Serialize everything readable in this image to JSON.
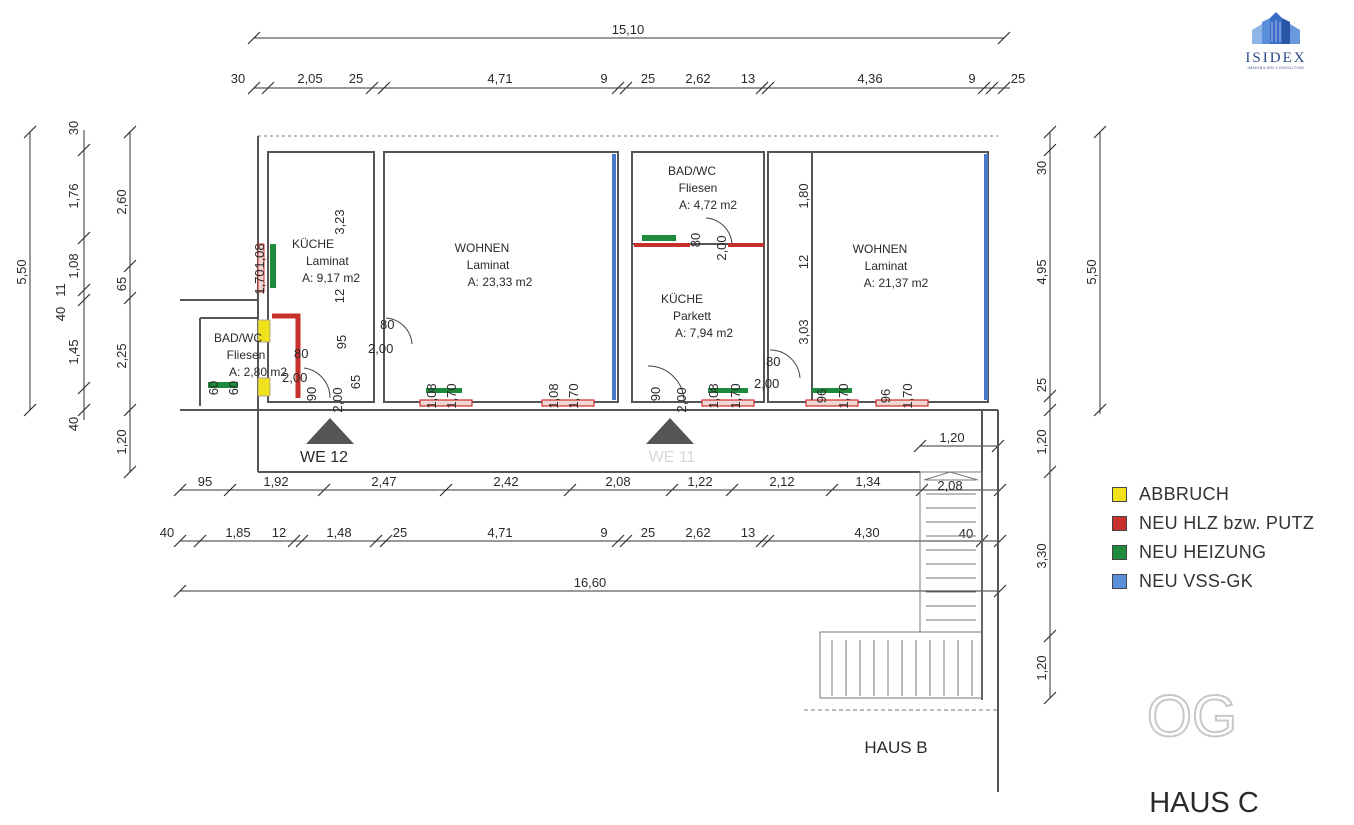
{
  "logo": {
    "name": "ISIDEX",
    "subtitle": "IMMOBILIEN CONSULTING"
  },
  "dimensions": {
    "top_total": "15,10",
    "top_row": [
      "30",
      "2,05",
      "25",
      "4,71",
      "9",
      "25",
      "2,62",
      "13",
      "4,36",
      "9",
      "25"
    ],
    "left_outer": [
      "5,50",
      "40",
      "11"
    ],
    "left_mid": [
      "30",
      "1,76",
      "1,08",
      "1,45",
      "40"
    ],
    "left_inner": [
      "2,60",
      "65",
      "2,25",
      "1,20"
    ],
    "right_inner": [
      "30",
      "4,95",
      "25",
      "1,20",
      "3,30",
      "1,20"
    ],
    "right_outer": [
      "5,50"
    ],
    "bottom_row1": [
      "95",
      "1,92",
      "2,47",
      "2,42",
      "2,08",
      "1,22",
      "2,12",
      "1,34"
    ],
    "bottom_row2": [
      "40",
      "1,85",
      "12",
      "1,48",
      "25",
      "4,71",
      "9",
      "25",
      "2,62",
      "13",
      "4,30"
    ],
    "bottom_total": "16,60",
    "stair_top": "1,20",
    "stair_width": "2,08",
    "stair_side": "40"
  },
  "rooms": {
    "kueche12": {
      "name": "KÜCHE",
      "floor": "Laminat",
      "area": "A: 9,17 m2"
    },
    "wohnen12": {
      "name": "WOHNEN",
      "floor": "Laminat",
      "area": "A: 23,33 m2"
    },
    "bad12": {
      "name": "BAD/WC",
      "floor": "Fliesen",
      "area": "A: 2,80 m2"
    },
    "bad11": {
      "name": "BAD/WC",
      "floor": "Fliesen",
      "area": "A: 4,72 m2"
    },
    "kueche11": {
      "name": "KÜCHE",
      "floor": "Parkett",
      "area": "A: 7,94 m2"
    },
    "wohnen11": {
      "name": "WOHNEN",
      "floor": "Laminat",
      "area": "A: 21,37 m2"
    }
  },
  "inner_dims": {
    "d323": "3,23",
    "d12a": "12",
    "d95": "95",
    "d65": "65",
    "d80a": "80",
    "d200a": "2,00",
    "d80b": "80",
    "d200b": "2,00",
    "d90a": "90",
    "d200c": "2,00",
    "d108a": "1,08",
    "d170a": "1,70",
    "h108a": "1,08",
    "h170a": "1,70",
    "h108b": "1,08",
    "h170b": "1,70",
    "d80c": "80",
    "d200d": "2,00",
    "d90b": "90",
    "d200e": "2,00",
    "h108c": "1,08",
    "h170c": "1,70",
    "d180": "1,80",
    "d12b": "12",
    "d303": "3,03",
    "d80d": "80",
    "d200f": "2,00",
    "h96a": "96",
    "h170d": "1,70",
    "h96b": "96",
    "h170e": "1,70",
    "h60": "60",
    "h60b": "60"
  },
  "units": {
    "we12": "WE 12",
    "we11": "WE 11"
  },
  "labels": {
    "floor": "OG",
    "haus_b": "HAUS B",
    "haus_c": "HAUS C"
  },
  "legend": [
    {
      "label": "ABBRUCH",
      "color": "#f2e21a"
    },
    {
      "label": "NEU HLZ bzw. PUTZ",
      "color": "#c8302c"
    },
    {
      "label": "NEU HEIZUNG",
      "color": "#1e8a3c"
    },
    {
      "label": "NEU VSS-GK",
      "color": "#5b8fd9"
    }
  ],
  "colors": {
    "abbruch": "#f2e21a",
    "hlz": "#c8302c",
    "heizung": "#1e8a3c",
    "vss": "#4a78c8"
  }
}
